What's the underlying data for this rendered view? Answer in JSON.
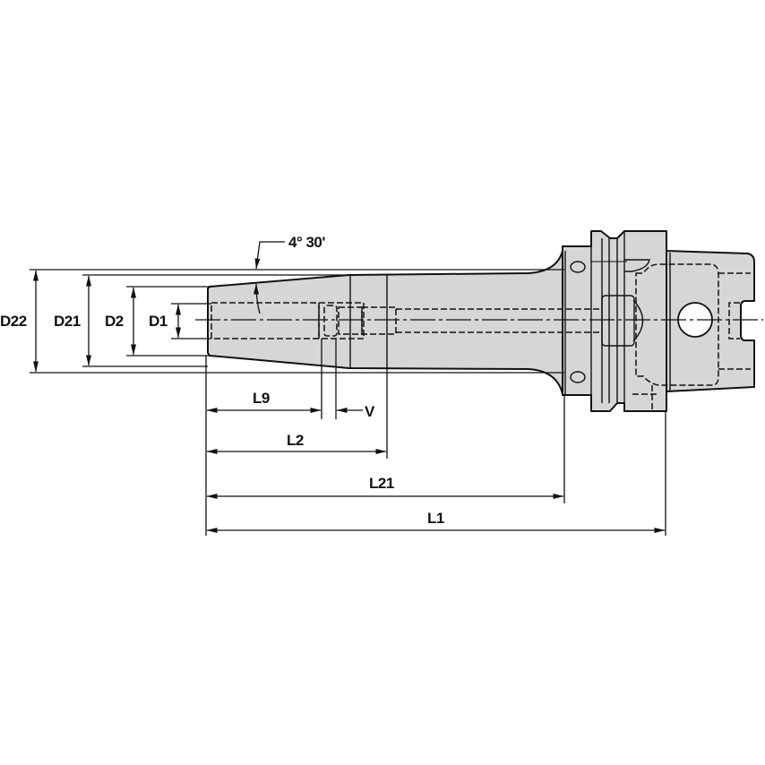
{
  "drawing": {
    "type": "technical-drawing",
    "subject": "HSK shrink-fit tool holder (side view)",
    "fill_color": "#d6d6d6",
    "line_color": "#111111",
    "background": "#ffffff"
  },
  "annotations": {
    "angle": "4° 30'",
    "diameters": {
      "d22": "D22",
      "d21": "D21",
      "d2": "D2",
      "d1": "D1"
    },
    "lengths": {
      "l9": "L9",
      "v": "V",
      "l2": "L2",
      "l21": "L21",
      "l1": "L1"
    }
  }
}
